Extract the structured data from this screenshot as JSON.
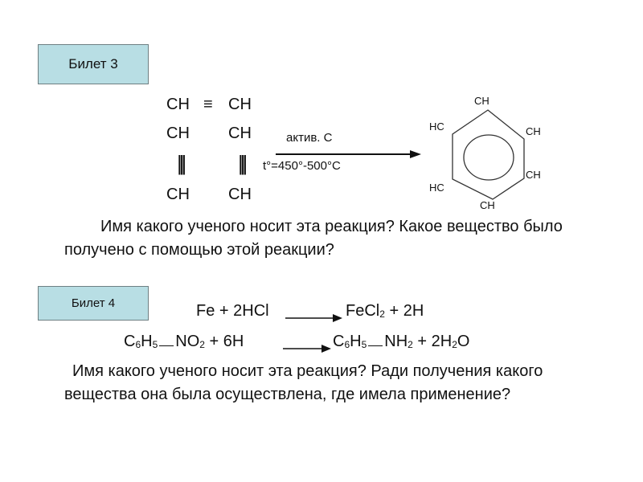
{
  "ticket3": {
    "label": "Билет 3",
    "reactant_row1": [
      "CH",
      "≡",
      "CH"
    ],
    "reactant_row2": [
      "CH",
      "CH"
    ],
    "triple_bond": "|||",
    "reactant_row4": [
      "CH",
      "CH"
    ],
    "condition_top": "актив. С",
    "condition_bottom": "t°=450°-500°C",
    "benzene_labels": [
      "CH",
      "HC",
      "CH",
      "HC",
      "CH",
      "CH"
    ],
    "question": "Имя какого ученого носит эта реакция? Какое вещество было получено с помощью этой реакции?"
  },
  "ticket4": {
    "label": "Билет 4",
    "eq1": {
      "left": "Fe + 2HCl",
      "right_a": "FeCl",
      "right_sub": "2",
      "right_b": " + 2H"
    },
    "eq2": {
      "c": "C",
      "s6": "6",
      "h": "H",
      "s5": "5",
      "no": "NO",
      "s2": "2",
      "plus6h": " + 6H",
      "nh": "NH",
      "plus": " + 2H",
      "o": "O"
    },
    "question": "Имя какого ученого носит эта реакция? Ради получения какого вещества она была осуществлена, где имела применение?"
  }
}
